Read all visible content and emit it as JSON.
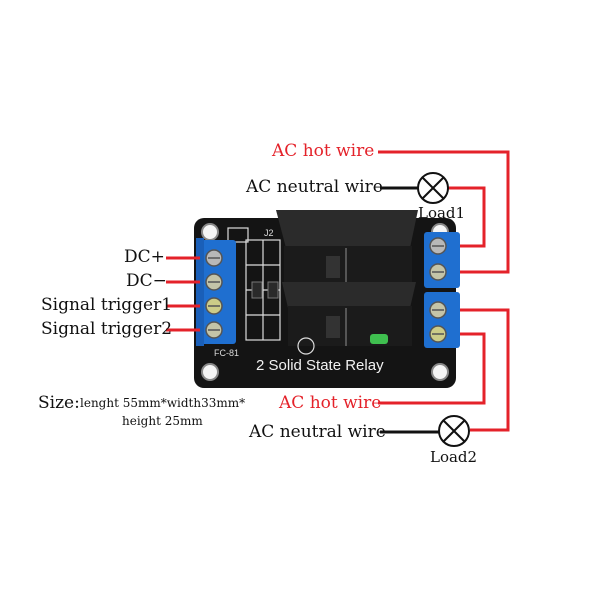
{
  "labels": {
    "dc_plus": "DC+",
    "dc_minus": "DC−",
    "signal_trigger1": "Signal trigger1",
    "signal_trigger2": "Signal trigger2",
    "ac_hot_wire_top": "AC  hot wire",
    "ac_neutral_top": "AC neutral wire",
    "load1": "Load1",
    "ac_hot_wire_bottom": "AC hot wire",
    "ac_neutral_bottom": "AC neutral wire",
    "load2": "Load2"
  },
  "board": {
    "title": "2 Solid State Relay",
    "model": "FC-81",
    "header_mark": "J2"
  },
  "size": {
    "label": "Size:",
    "line1": "lenght 55mm*width33mm*",
    "line2": "height 25mm"
  },
  "colors": {
    "wire_red": "#e4222a",
    "wire_black": "#111111",
    "pcb": "#141414",
    "terminal_blue": "#1f6fd0",
    "relay_body": "#1b1b1b"
  }
}
